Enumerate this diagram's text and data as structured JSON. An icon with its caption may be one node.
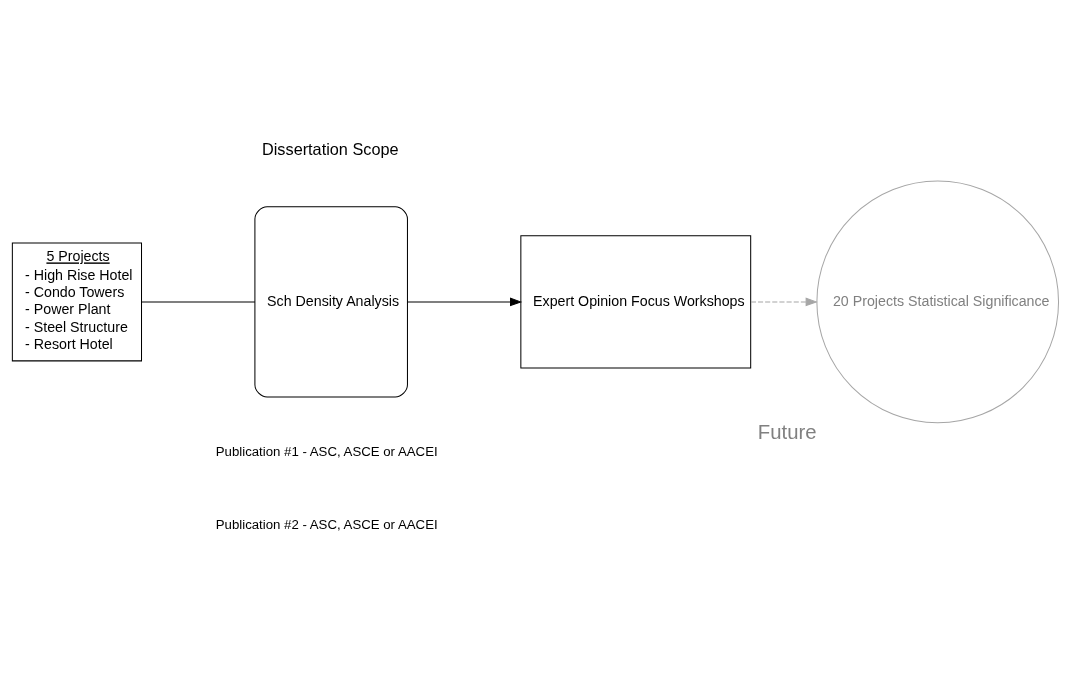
{
  "diagram": {
    "nodes": [
      {
        "text": [
          "5 Projects",
          "- High Rise Hotel",
          "- Condo Towers",
          "- Power Plant",
          "- Steel Structure",
          "- Resort Hotel"
        ]
      },
      {
        "text": [
          "Sch Density Analysis"
        ]
      },
      {
        "text": [
          "Expert Opinion Focus Workshops"
        ]
      },
      {
        "text": [
          "20 Projects Statistical Significance"
        ],
        "beside": [
          "Future"
        ]
      }
    ],
    "edges": [
      {
        "from": 0,
        "to": 1,
        "arrow": "none"
      },
      {
        "from": 1,
        "to": 2,
        "arrow": "to"
      },
      {
        "from": 2,
        "to": 3,
        "arrow": "to",
        "style": "dashed",
        "color": "#a6a6a6"
      }
    ],
    "labels": [
      "Dissertation Scope",
      "Publication #1 - ASC, ASCE or AACEI",
      "Publication #2 - ASC, ASCE or AACEI"
    ]
  }
}
